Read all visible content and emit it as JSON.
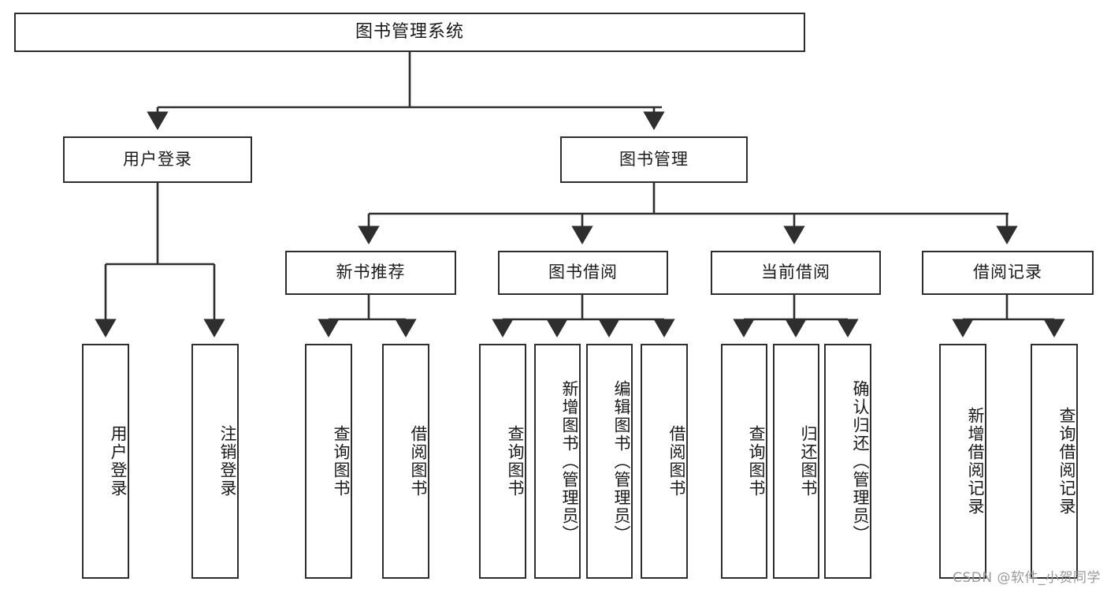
{
  "diagram": {
    "title": "图书管理系统",
    "type": "tree-hierarchy-chart",
    "style": {
      "border_color": "#2e2e2e",
      "fill_color": "#ffffff",
      "text_color": "#1a1a1a",
      "background": "#ffffff",
      "watermark_color": "#9a9a9a"
    },
    "root": {
      "label": "图书管理系统"
    },
    "level2": [
      {
        "id": "user-login",
        "label": "用户登录"
      },
      {
        "id": "book-management",
        "label": "图书管理"
      }
    ],
    "level3": [
      {
        "id": "new-book-recommend",
        "label": "新书推荐"
      },
      {
        "id": "book-borrow",
        "label": "图书借阅"
      },
      {
        "id": "current-borrow",
        "label": "当前借阅"
      },
      {
        "id": "borrow-record",
        "label": "借阅记录"
      }
    ],
    "leaves": {
      "user_login": [
        {
          "id": "leaf-user-login",
          "label": "用户登录"
        },
        {
          "id": "leaf-logout-login",
          "label": "注销登录"
        }
      ],
      "new_book_recommend": [
        {
          "id": "leaf-query-book-1",
          "label": "查询图书"
        },
        {
          "id": "leaf-borrow-book-1",
          "label": "借阅图书"
        }
      ],
      "book_borrow": [
        {
          "id": "leaf-query-book-2",
          "label": "查询图书"
        },
        {
          "id": "leaf-add-book",
          "label": "新增图书（管理员）"
        },
        {
          "id": "leaf-edit-book",
          "label": "编辑图书（管理员）"
        },
        {
          "id": "leaf-borrow-book-2",
          "label": "借阅图书"
        }
      ],
      "current_borrow": [
        {
          "id": "leaf-query-book-3",
          "label": "查询图书"
        },
        {
          "id": "leaf-return-book",
          "label": "归还图书"
        },
        {
          "id": "leaf-confirm-return",
          "label": "确认归还（管理员）"
        }
      ],
      "borrow_record": [
        {
          "id": "leaf-add-record",
          "label": "新增借阅记录"
        },
        {
          "id": "leaf-query-record",
          "label": "查询借阅记录"
        }
      ]
    },
    "watermark": "CSDN @软件_小贺同学"
  }
}
